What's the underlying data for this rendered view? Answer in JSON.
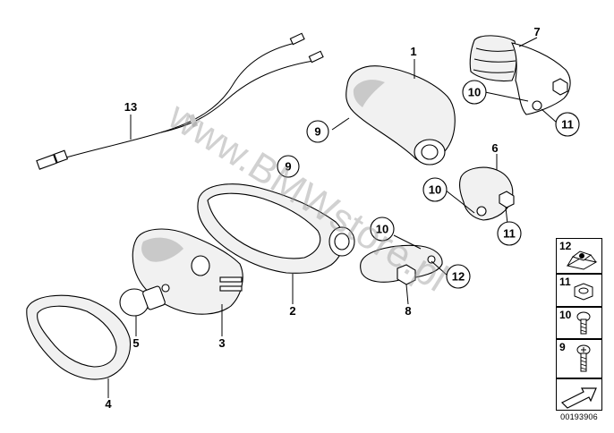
{
  "watermark": "www.BMWstore.pl",
  "part_labels": {
    "p1": "1",
    "p2": "2",
    "p3": "3",
    "p4": "4",
    "p5": "5",
    "p6": "6",
    "p7": "7",
    "p8": "8",
    "p9a": "9",
    "p9b": "9",
    "p10a": "10",
    "p10b": "10",
    "p10c": "10",
    "p11a": "11",
    "p11b": "11",
    "p12": "12",
    "p13": "13"
  },
  "legend": {
    "items": [
      {
        "number": "12",
        "icon": "clip-nut-icon"
      },
      {
        "number": "11",
        "icon": "hex-nut-icon"
      },
      {
        "number": "10",
        "icon": "hex-socket-screw-icon"
      },
      {
        "number": "9",
        "icon": "phillips-screw-icon"
      }
    ],
    "nav_icon": "arrow-icon"
  },
  "doc_number": "00193906"
}
